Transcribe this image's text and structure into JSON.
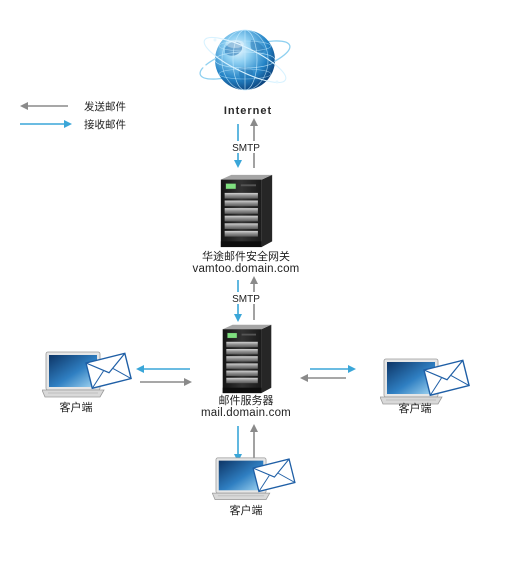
{
  "legend": {
    "send": {
      "label": "发送邮件",
      "color": "#8a8a8a"
    },
    "receive": {
      "label": "接收邮件",
      "color": "#3aa6d8"
    }
  },
  "internet": {
    "label": "Internet",
    "icon": "globe-icon"
  },
  "links": {
    "internet_gateway": {
      "protocol": "SMTP"
    },
    "gateway_mailserver": {
      "protocol": "SMTP"
    }
  },
  "gateway": {
    "name": "华途邮件安全网关",
    "host": "vamtoo.domain.com",
    "icon": "server-icon"
  },
  "mail_server": {
    "name": "邮件服务器",
    "host": "mail.domain.com",
    "icon": "server-icon"
  },
  "clients": {
    "left": {
      "label": "客户端",
      "icon": "laptop-mail-icon"
    },
    "right": {
      "label": "客户端",
      "icon": "laptop-mail-icon"
    },
    "bottom": {
      "label": "客户端",
      "icon": "laptop-mail-icon"
    }
  }
}
